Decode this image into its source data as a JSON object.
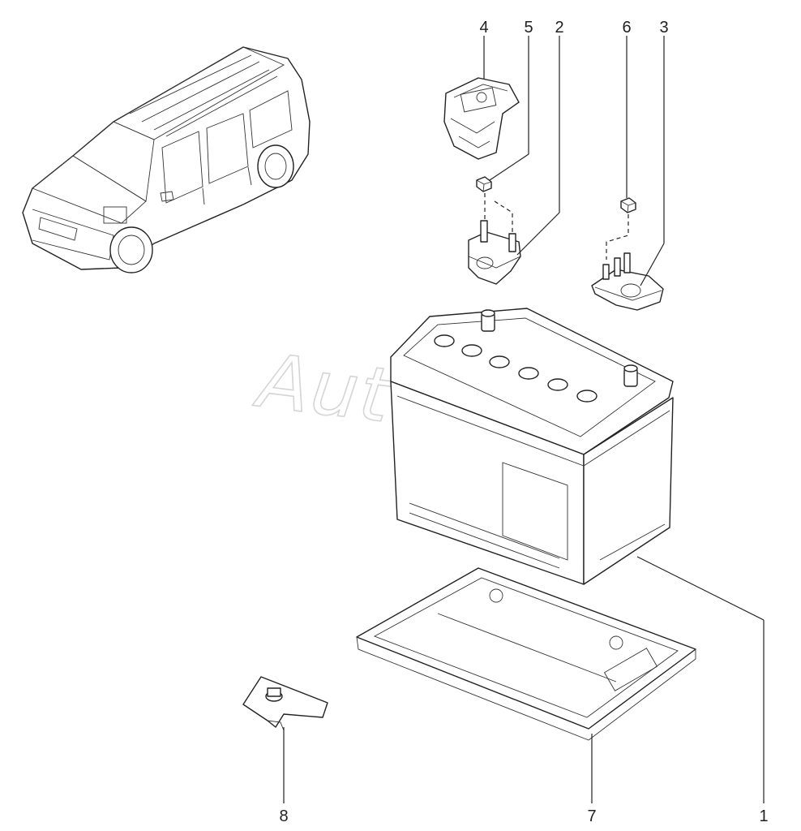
{
  "diagram": {
    "watermark": "AutoSoft",
    "callouts": [
      {
        "id": "1",
        "label": "1"
      },
      {
        "id": "2",
        "label": "2"
      },
      {
        "id": "3",
        "label": "3"
      },
      {
        "id": "4",
        "label": "4"
      },
      {
        "id": "5",
        "label": "5"
      },
      {
        "id": "6",
        "label": "6"
      },
      {
        "id": "7",
        "label": "7"
      },
      {
        "id": "8",
        "label": "8"
      }
    ],
    "colors": {
      "line": "#222222",
      "watermark": "#d5d5d5",
      "background": "#ffffff"
    }
  }
}
